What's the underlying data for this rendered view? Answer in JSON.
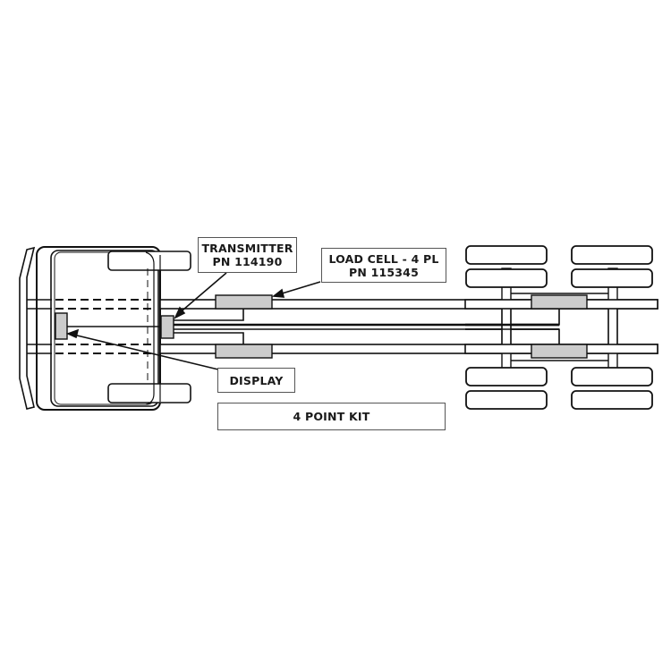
{
  "diagram": {
    "type": "truck-chassis-top-view",
    "colors": {
      "line": "#111111",
      "component_fill": "#cccccc",
      "label_border": "#555555",
      "background": "#ffffff"
    },
    "labels": {
      "transmitter": {
        "line1": "TRANSMITTER",
        "line2": "PN 114190"
      },
      "load_cell": {
        "line1": "LOAD CELL - 4 PL",
        "line2": "PN 115345"
      },
      "display": {
        "text": "DISPLAY"
      },
      "kit": {
        "text": "4 POINT KIT"
      }
    },
    "components": {
      "load_cell_count": 4,
      "display_count": 1,
      "transmitter_count": 1,
      "rear_axle_count": 2,
      "rear_tire_count": 8,
      "front_tire_count": 2
    }
  }
}
